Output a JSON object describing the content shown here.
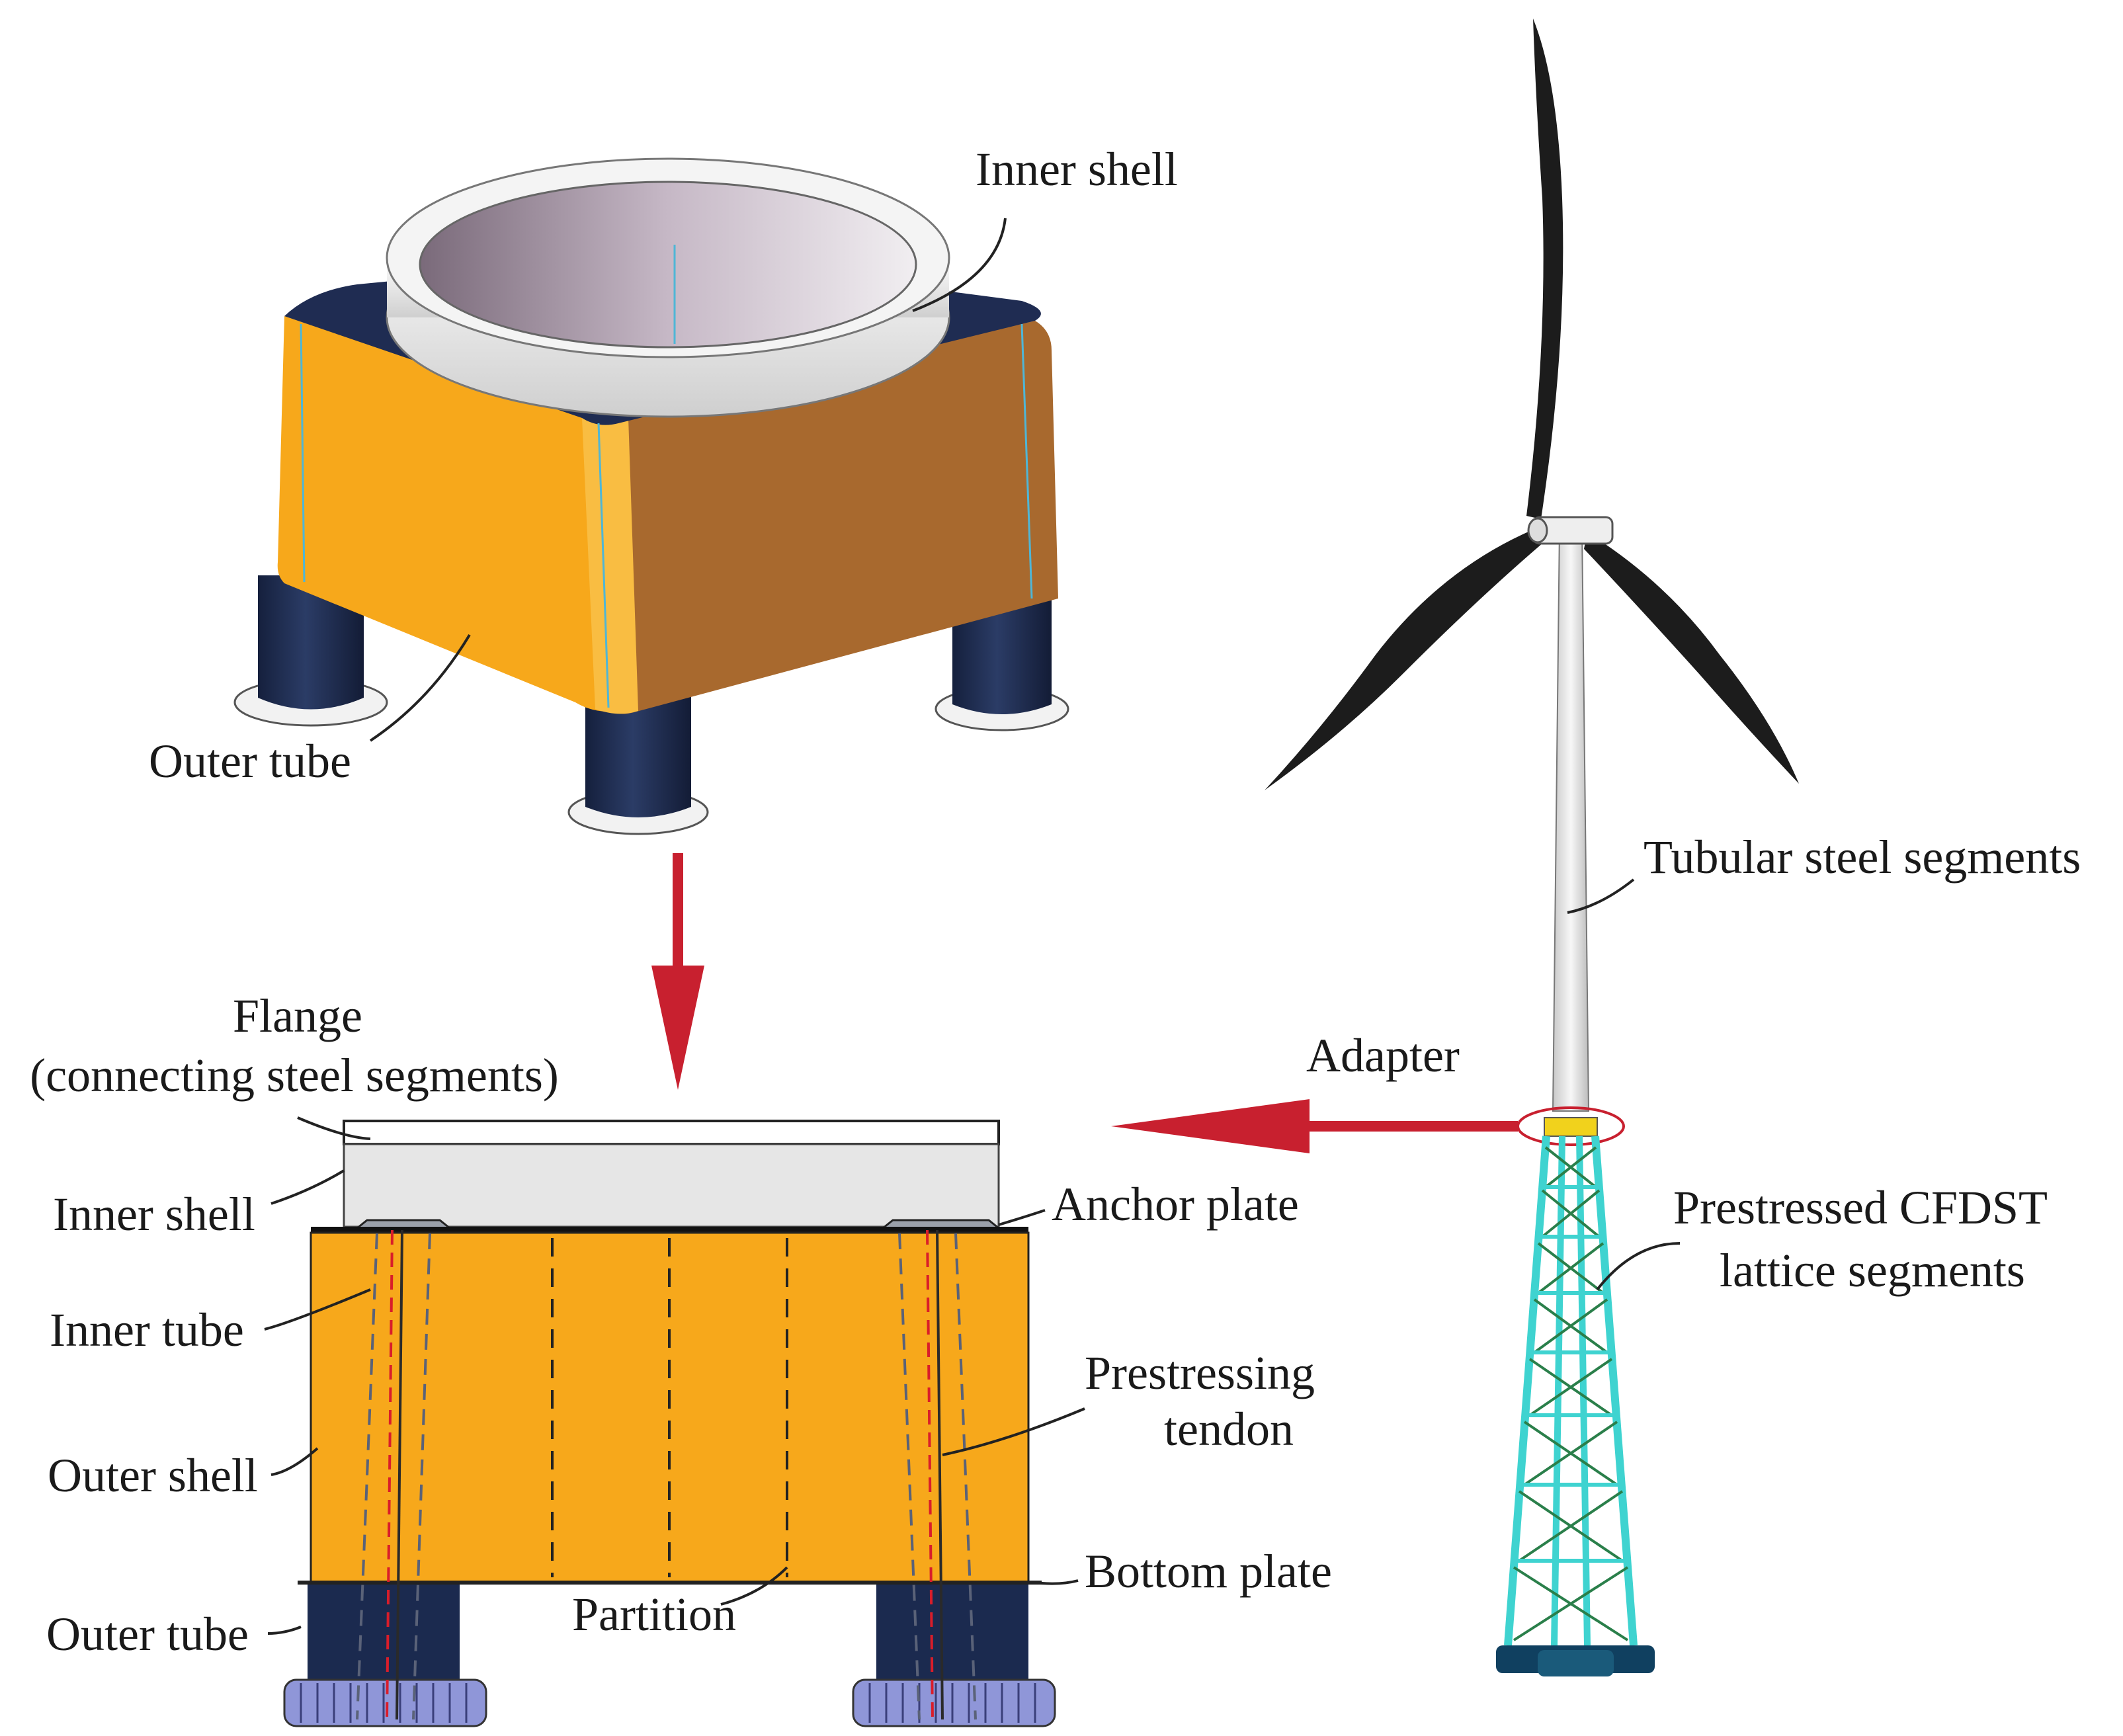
{
  "labels": {
    "inner_shell_top": "Inner shell",
    "outer_tube_top": "Outer tube",
    "flange_line1": "Flange",
    "flange_line2": "(connecting steel segments)",
    "inner_shell": "Inner shell",
    "anchor_plate": "Anchor plate",
    "inner_tube": "Inner tube",
    "prestressing_line1": "Prestressing",
    "prestressing_line2": "tendon",
    "outer_shell": "Outer shell",
    "bottom_plate": "Bottom plate",
    "partition": "Partition",
    "outer_tube": "Outer tube",
    "adapter": "Adapter",
    "tubular_steel": "Tubular steel segments",
    "cfdst_line1": "Prestressed CFDST",
    "cfdst_line2": "lattice segments"
  },
  "colors": {
    "orange": "#f7a81b",
    "orange_dark": "#a86a2f",
    "navy": "#1b2a4f",
    "navy_top": "#22335c",
    "arrow_red": "#c8202f",
    "cyan": "#3fd3d0",
    "shell_grey": "#e6e6e6",
    "blade": "#1c1c1c",
    "tendon_red": "#d91d2a",
    "adapter_yellow": "#f1d21c",
    "foot_blue": "#8f96d8"
  }
}
